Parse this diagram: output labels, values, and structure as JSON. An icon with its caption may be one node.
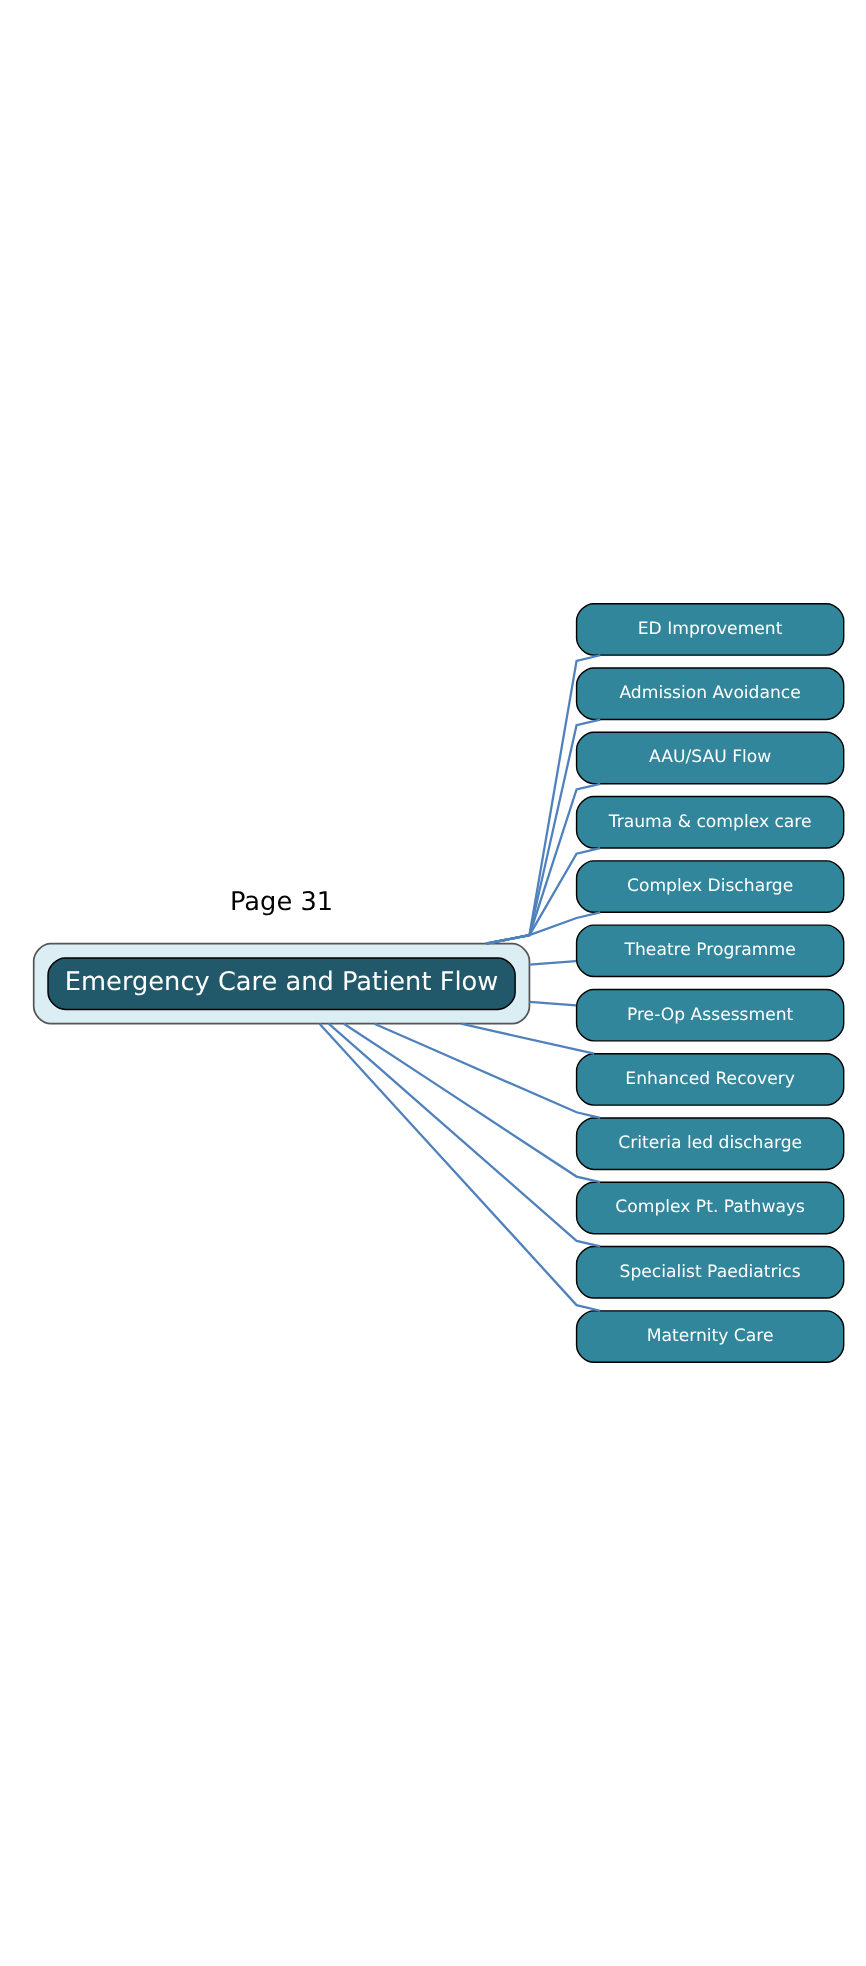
{
  "diagram": {
    "nodes": [
      {
        "text": [],
        "shape": "box"
      },
      {
        "text": [
          "Emergency Care and Patient Flow"
        ],
        "in": 0
      },
      {
        "text": [
          "ED Improvement"
        ]
      },
      {
        "text": [
          "Admission Avoidance"
        ]
      },
      {
        "text": [
          "AAU/SAU Flow"
        ]
      },
      {
        "text": [
          "Trauma & complex care"
        ]
      },
      {
        "text": [
          "Complex Discharge"
        ]
      },
      {
        "text": [
          "Theatre Programme"
        ]
      },
      {
        "text": [
          "Pre-Op Assessment"
        ]
      },
      {
        "text": [
          "Enhanced Recovery"
        ]
      },
      {
        "text": [
          "Criteria led discharge"
        ]
      },
      {
        "text": [
          "Complex Pt. Pathways"
        ]
      },
      {
        "text": [
          "Specialist Paediatrics"
        ]
      },
      {
        "text": [
          "Maternity Care"
        ]
      }
    ],
    "edges": [
      {
        "from": 0,
        "to": 2,
        "arrow": "none"
      },
      {
        "from": 0,
        "to": 3,
        "arrow": "none"
      },
      {
        "from": 0,
        "to": 4,
        "arrow": "none"
      },
      {
        "from": 0,
        "to": 5,
        "arrow": "none"
      },
      {
        "from": 0,
        "to": 6,
        "arrow": "none"
      },
      {
        "from": 0,
        "to": 7,
        "arrow": "none"
      },
      {
        "from": 0,
        "to": 8,
        "arrow": "none"
      },
      {
        "from": 0,
        "to": 9,
        "arrow": "none"
      },
      {
        "from": 0,
        "to": 10,
        "arrow": "none"
      },
      {
        "from": 0,
        "to": 11,
        "arrow": "none"
      },
      {
        "from": 0,
        "to": 12,
        "arrow": "none"
      },
      {
        "from": 0,
        "to": 13,
        "arrow": "none"
      }
    ],
    "labels": [
      "Page 31"
    ]
  }
}
